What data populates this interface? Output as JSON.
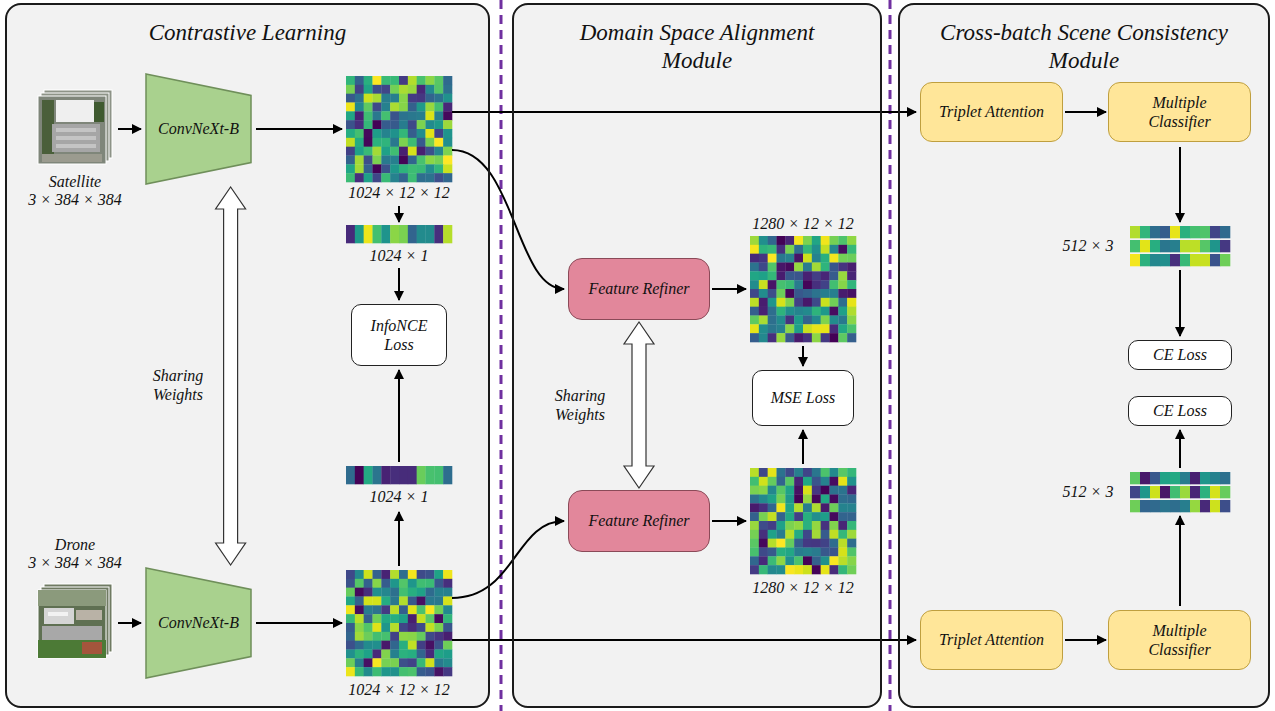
{
  "diagram": {
    "nodes": [
      {
        "text": [
          "Contrastive Learning"
        ]
      },
      {
        "text": [
          "ConvNeXt-B"
        ],
        "in": 0
      },
      {
        "text": [
          "InfoNCE Loss"
        ],
        "in": 0
      },
      {
        "text": [
          "ConvNeXt-B"
        ],
        "in": 0
      },
      {
        "text": [
          "Domain Space Alignment Module"
        ]
      },
      {
        "text": [
          "Feature Refiner"
        ],
        "in": 4
      },
      {
        "text": [
          "MSE Loss"
        ],
        "in": 4
      },
      {
        "text": [
          "Feature Refiner"
        ],
        "in": 4
      },
      {
        "text": [
          "Cross-batch Scene Consistency Module"
        ]
      },
      {
        "text": [
          "Triplet Attention"
        ],
        "in": 8
      },
      {
        "text": [
          "Multiple Classifier"
        ],
        "in": 8
      },
      {
        "text": [
          "CE Loss"
        ],
        "in": 8
      },
      {
        "text": [
          "CE Loss"
        ],
        "in": 8
      },
      {
        "text": [
          "Triplet Attention"
        ],
        "in": 8
      },
      {
        "text": [
          "Multiple Classifier"
        ],
        "in": 8
      }
    ],
    "edges": [
      {
        "from": 1,
        "to": 3,
        "arrow": "both"
      },
      {
        "from": 5,
        "to": 7,
        "arrow": "both"
      },
      {
        "from": 9,
        "to": 10,
        "arrow": "to"
      },
      {
        "from": 13,
        "to": 14,
        "arrow": "to"
      }
    ],
    "labels": [
      "Satellite",
      "3 × 384 × 384",
      "1024 × 12 × 12",
      "1024 × 1",
      "Sharing Weights",
      "1024 × 1",
      "Drone",
      "3 × 384 × 384",
      "1024 × 12 × 12",
      "1280 × 12 × 12",
      "Sharing Weights",
      "1280 × 12 × 12",
      "512 × 3",
      "512 × 3"
    ]
  }
}
